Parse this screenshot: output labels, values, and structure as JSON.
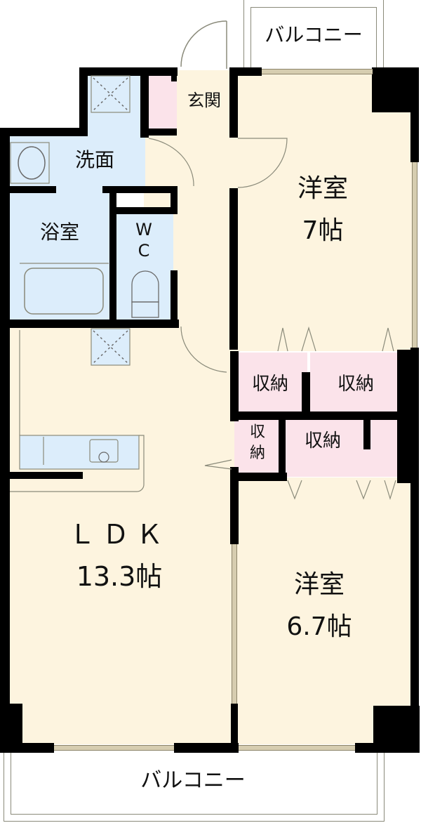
{
  "floorplan": {
    "rooms": {
      "balcony_top": {
        "label": "バルコニー"
      },
      "entrance": {
        "label": "玄関"
      },
      "washroom": {
        "label": "洗面"
      },
      "bathroom": {
        "label": "浴室"
      },
      "toilet": {
        "label_line1": "W",
        "label_line2": "C"
      },
      "western_room_1": {
        "name": "洋室",
        "size": "7帖"
      },
      "storage_1": {
        "label": "収納"
      },
      "storage_2": {
        "label": "収納"
      },
      "storage_3": {
        "label_line1": "収",
        "label_line2": "納"
      },
      "storage_4": {
        "label": "収納"
      },
      "ldk": {
        "name": "ＬＤＫ",
        "size": "13.3帖"
      },
      "western_room_2": {
        "name": "洋室",
        "size": "6.7帖"
      },
      "balcony_bottom": {
        "label": "バルコニー"
      }
    },
    "colors": {
      "wall": "#000000",
      "floor": "#fdf4df",
      "wet_area": "#dcedfb",
      "storage": "#fbe3ea",
      "outline": "#8a8a7a"
    }
  }
}
